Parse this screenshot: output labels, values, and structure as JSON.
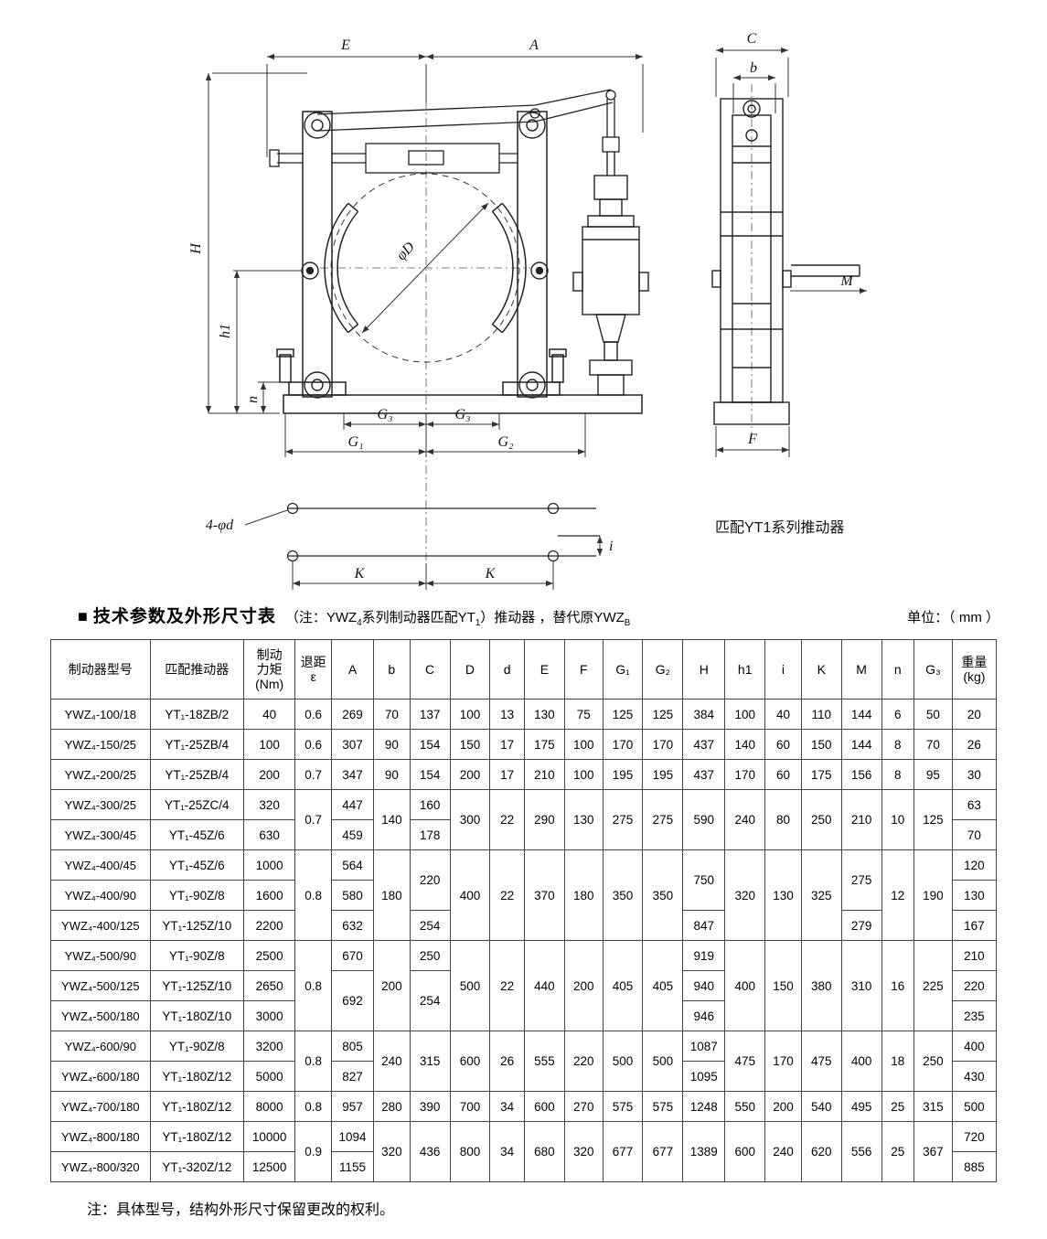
{
  "drawing": {
    "front": {
      "dim_E": "E",
      "dim_A": "A",
      "dim_H": "H",
      "dim_h1": "h1",
      "dim_n": "n",
      "dim_phiD": "φD",
      "dim_G3_left": "G₃",
      "dim_G3_right": "G₃",
      "dim_G1": "G₁",
      "dim_G2": "G₂"
    },
    "side": {
      "dim_C": "C",
      "dim_b": "b",
      "dim_M": "M",
      "dim_F": "F"
    },
    "base": {
      "holes_label": "4-φd",
      "dim_K_left": "K",
      "dim_K_right": "K",
      "dim_i": "i",
      "caption": "匹配YT1系列推动器"
    }
  },
  "title": {
    "marker": "■",
    "heading": "技术参数及外形尺寸表",
    "note_prefix": "（注：YWZ",
    "note_sub4": "4",
    "note_mid": "系列制动器匹配YT",
    "note_sub1": "1",
    "note_suffix": "）推动器 ，替代原YWZ",
    "note_subB": "B",
    "units": "单位：（ mm ）"
  },
  "table": {
    "headers": [
      "制动器型号",
      "匹配推动器",
      "制动\n力矩\n(Nm)",
      "退距\nε",
      "A",
      "b",
      "C",
      "D",
      "d",
      "E",
      "F",
      "G₁",
      "G₂",
      "H",
      "h1",
      "i",
      "K",
      "M",
      "n",
      "G₃",
      "重量\n(kg)"
    ],
    "rows": [
      [
        "YWZ₄-100/18",
        "YT₁-18ZB/2",
        "40",
        "0.6",
        "269",
        "70",
        "137",
        "100",
        "13",
        "130",
        "75",
        "125",
        "125",
        "384",
        "100",
        "40",
        "110",
        "144",
        "6",
        "50",
        "20"
      ],
      [
        "YWZ₄-150/25",
        "YT₁-25ZB/4",
        "100",
        "0.6",
        "307",
        "90",
        "154",
        "150",
        "17",
        "175",
        "100",
        "170",
        "170",
        "437",
        "140",
        "60",
        "150",
        "144",
        "8",
        "70",
        "26"
      ],
      [
        "YWZ₄-200/25",
        "YT₁-25ZB/4",
        "200",
        "0.7",
        "347",
        "90",
        "154",
        "200",
        "17",
        "210",
        "100",
        "195",
        "195",
        "437",
        "170",
        "60",
        "175",
        "156",
        "8",
        "95",
        "30"
      ],
      [
        "YWZ₄-300/25",
        "YT₁-25ZC/4",
        "320",
        {
          "t": "0.7",
          "rs": 2
        },
        "447",
        {
          "t": "140",
          "rs": 2
        },
        "160",
        {
          "t": "300",
          "rs": 2
        },
        {
          "t": "22",
          "rs": 2
        },
        {
          "t": "290",
          "rs": 2
        },
        {
          "t": "130",
          "rs": 2
        },
        {
          "t": "275",
          "rs": 2
        },
        {
          "t": "275",
          "rs": 2
        },
        {
          "t": "590",
          "rs": 2
        },
        {
          "t": "240",
          "rs": 2
        },
        {
          "t": "80",
          "rs": 2
        },
        {
          "t": "250",
          "rs": 2
        },
        {
          "t": "210",
          "rs": 2
        },
        {
          "t": "10",
          "rs": 2
        },
        {
          "t": "125",
          "rs": 2
        },
        "63"
      ],
      [
        "YWZ₄-300/45",
        "YT₁-45Z/6",
        "630",
        "459",
        "178",
        "70"
      ],
      [
        "YWZ₄-400/45",
        "YT₁-45Z/6",
        "1000",
        {
          "t": "0.8",
          "rs": 3
        },
        "564",
        {
          "t": "180",
          "rs": 3
        },
        {
          "t": "220",
          "rs": 2
        },
        {
          "t": "400",
          "rs": 3
        },
        {
          "t": "22",
          "rs": 3
        },
        {
          "t": "370",
          "rs": 3
        },
        {
          "t": "180",
          "rs": 3
        },
        {
          "t": "350",
          "rs": 3
        },
        {
          "t": "350",
          "rs": 3
        },
        {
          "t": "750",
          "rs": 2
        },
        {
          "t": "320",
          "rs": 3
        },
        {
          "t": "130",
          "rs": 3
        },
        {
          "t": "325",
          "rs": 3
        },
        {
          "t": "275",
          "rs": 2
        },
        {
          "t": "12",
          "rs": 3
        },
        {
          "t": "190",
          "rs": 3
        },
        "120"
      ],
      [
        "YWZ₄-400/90",
        "YT₁-90Z/8",
        "1600",
        "580",
        "130"
      ],
      [
        "YWZ₄-400/125",
        "YT₁-125Z/10",
        "2200",
        "632",
        "254",
        "847",
        "279",
        "167"
      ],
      [
        "YWZ₄-500/90",
        "YT₁-90Z/8",
        "2500",
        {
          "t": "0.8",
          "rs": 3
        },
        "670",
        {
          "t": "200",
          "rs": 3
        },
        "250",
        {
          "t": "500",
          "rs": 3
        },
        {
          "t": "22",
          "rs": 3
        },
        {
          "t": "440",
          "rs": 3
        },
        {
          "t": "200",
          "rs": 3
        },
        {
          "t": "405",
          "rs": 3
        },
        {
          "t": "405",
          "rs": 3
        },
        "919",
        {
          "t": "400",
          "rs": 3
        },
        {
          "t": "150",
          "rs": 3
        },
        {
          "t": "380",
          "rs": 3
        },
        {
          "t": "310",
          "rs": 3
        },
        {
          "t": "16",
          "rs": 3
        },
        {
          "t": "225",
          "rs": 3
        },
        "210"
      ],
      [
        "YWZ₄-500/125",
        "YT₁-125Z/10",
        "2650",
        {
          "t": "692",
          "rs": 2
        },
        {
          "t": "254",
          "rs": 2
        },
        "940",
        "220"
      ],
      [
        "YWZ₄-500/180",
        "YT₁-180Z/10",
        "3000",
        "946",
        "235"
      ],
      [
        "YWZ₄-600/90",
        "YT₁-90Z/8",
        "3200",
        {
          "t": "0.8",
          "rs": 2
        },
        "805",
        {
          "t": "240",
          "rs": 2
        },
        {
          "t": "315",
          "rs": 2
        },
        {
          "t": "600",
          "rs": 2
        },
        {
          "t": "26",
          "rs": 2
        },
        {
          "t": "555",
          "rs": 2
        },
        {
          "t": "220",
          "rs": 2
        },
        {
          "t": "500",
          "rs": 2
        },
        {
          "t": "500",
          "rs": 2
        },
        "1087",
        {
          "t": "475",
          "rs": 2
        },
        {
          "t": "170",
          "rs": 2
        },
        {
          "t": "475",
          "rs": 2
        },
        {
          "t": "400",
          "rs": 2
        },
        {
          "t": "18",
          "rs": 2
        },
        {
          "t": "250",
          "rs": 2
        },
        "400"
      ],
      [
        "YWZ₄-600/180",
        "YT₁-180Z/12",
        "5000",
        "827",
        "1095",
        "430"
      ],
      [
        "YWZ₄-700/180",
        "YT₁-180Z/12",
        "8000",
        "0.8",
        "957",
        "280",
        "390",
        "700",
        "34",
        "600",
        "270",
        "575",
        "575",
        "1248",
        "550",
        "200",
        "540",
        "495",
        "25",
        "315",
        "500"
      ],
      [
        "YWZ₄-800/180",
        "YT₁-180Z/12",
        "10000",
        {
          "t": "0.9",
          "rs": 2
        },
        "1094",
        {
          "t": "320",
          "rs": 2
        },
        {
          "t": "436",
          "rs": 2
        },
        {
          "t": "800",
          "rs": 2
        },
        {
          "t": "34",
          "rs": 2
        },
        {
          "t": "680",
          "rs": 2
        },
        {
          "t": "320",
          "rs": 2
        },
        {
          "t": "677",
          "rs": 2
        },
        {
          "t": "677",
          "rs": 2
        },
        {
          "t": "1389",
          "rs": 2
        },
        {
          "t": "600",
          "rs": 2
        },
        {
          "t": "240",
          "rs": 2
        },
        {
          "t": "620",
          "rs": 2
        },
        {
          "t": "556",
          "rs": 2
        },
        {
          "t": "25",
          "rs": 2
        },
        {
          "t": "367",
          "rs": 2
        },
        "720"
      ],
      [
        "YWZ₄-800/320",
        "YT₁-320Z/12",
        "12500",
        "1155",
        "885"
      ]
    ]
  },
  "footer": {
    "note": "注：具体型号，结构外形尺寸保留更改的权利。"
  }
}
